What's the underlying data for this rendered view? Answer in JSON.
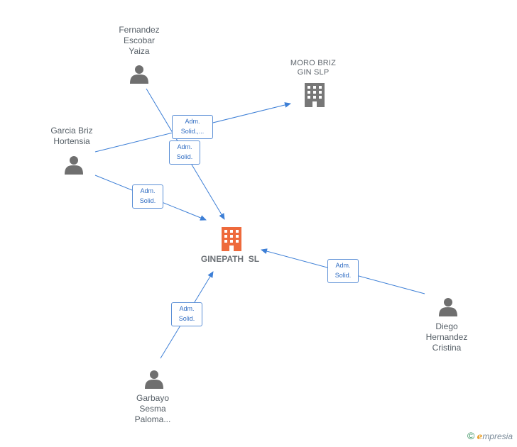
{
  "nodes": {
    "fernandez": {
      "label": "Fernandez\nEscobar\nYaiza"
    },
    "moro": {
      "label": "MORO BRIZ\nGIN  SLP"
    },
    "garcia": {
      "label": "Garcia Briz\nHortensia"
    },
    "ginepath": {
      "label": "GINEPATH  SL"
    },
    "diego": {
      "label": "Diego\nHernandez\nCristina"
    },
    "garbayo": {
      "label": "Garbayo\nSesma\nPaloma..."
    }
  },
  "edges": {
    "garcia_moro": "Adm.\nSolid.,...",
    "fernandez_ginepath": "Adm.\nSolid.",
    "garcia_ginepath": "Adm.\nSolid.",
    "diego_ginepath": "Adm.\nSolid.",
    "garbayo_ginepath": "Adm.\nSolid."
  },
  "colors": {
    "edge": "#3d7fd6",
    "person_icon": "#6f6f6f",
    "company_icon": "#777777",
    "main_company_icon": "#ee6a3c"
  },
  "brand": {
    "symbol": "©",
    "first_letter": "e",
    "rest": "mpresia"
  }
}
